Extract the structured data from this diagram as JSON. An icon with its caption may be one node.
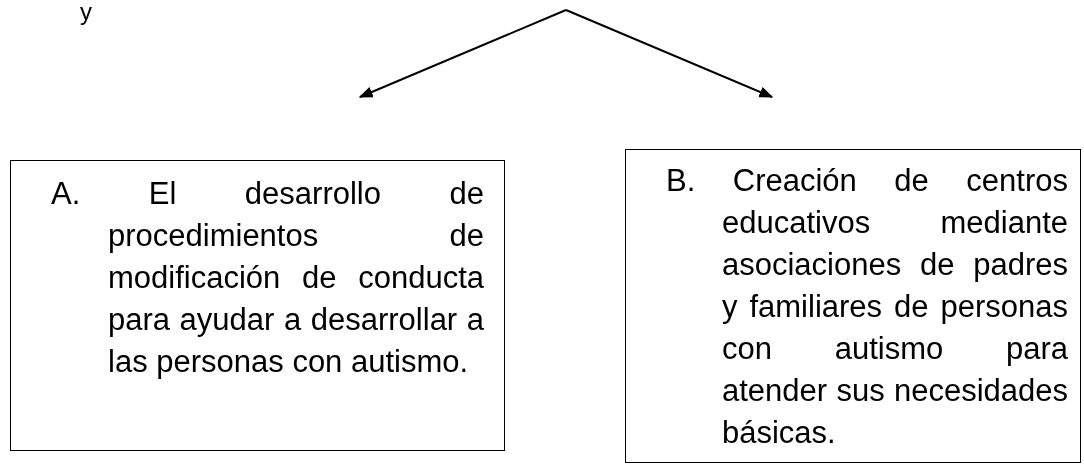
{
  "diagram": {
    "nodes": [
      {
        "text": [
          "A. El desarrollo de procedimientos de modificación de conducta para ayudar a desarrollar a las personas con autismo."
        ]
      },
      {
        "text": [
          "B. Creación de centros educativos mediante asociaciones de padres y familiares de personas con autismo para atender sus necesidades básicas."
        ]
      }
    ],
    "edges": [
      {
        "from": null,
        "to": 0,
        "arrow": "to"
      },
      {
        "from": null,
        "to": 1,
        "arrow": "to"
      }
    ],
    "labels": [
      "y"
    ]
  }
}
